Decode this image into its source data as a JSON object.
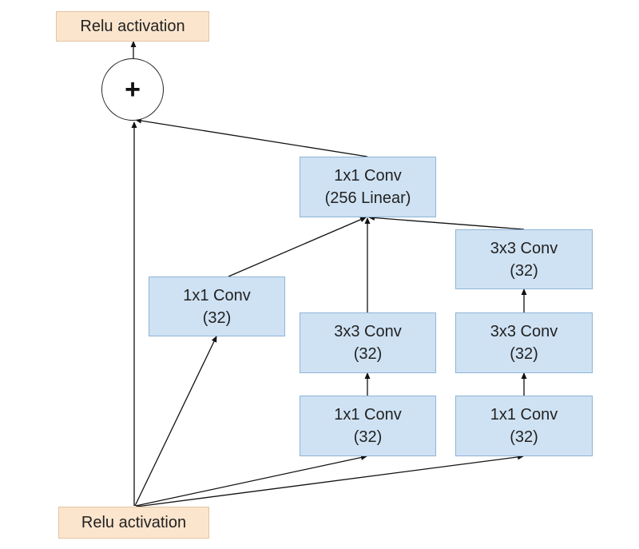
{
  "relu_top": {
    "label": "Relu activation"
  },
  "relu_bottom": {
    "label": "Relu activation"
  },
  "add_op": {
    "symbol": "+"
  },
  "conv_linear": {
    "line1": "1x1 Conv",
    "line2": "(256 Linear)"
  },
  "branch1": {
    "conv1x1": {
      "line1": "1x1 Conv",
      "line2": "(32)"
    }
  },
  "branch2": {
    "conv1x1": {
      "line1": "1x1 Conv",
      "line2": "(32)"
    },
    "conv3x3": {
      "line1": "3x3 Conv",
      "line2": "(32)"
    }
  },
  "branch3": {
    "conv1x1": {
      "line1": "1x1 Conv",
      "line2": "(32)"
    },
    "conv3x3_a": {
      "line1": "3x3 Conv",
      "line2": "(32)"
    },
    "conv3x3_b": {
      "line1": "3x3 Conv",
      "line2": "(32)"
    }
  },
  "colors": {
    "conv_fill": "#cfe2f3",
    "conv_border": "#8eb4d8",
    "relu_fill": "#fce5cd",
    "relu_border": "#e3c4a3",
    "edge": "#111111"
  }
}
